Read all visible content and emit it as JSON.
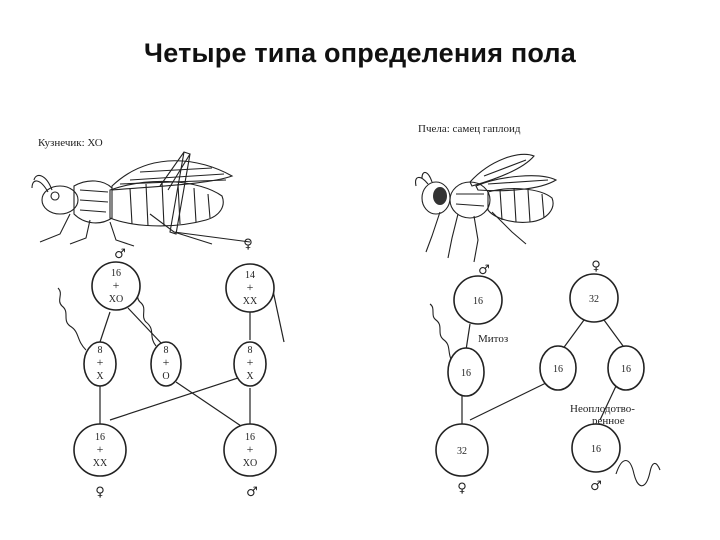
{
  "title": "Четыре типа определения пола",
  "left_panel": {
    "organism_label": "Кузнечик: ХО",
    "male_sign": "♂",
    "female_sign": "♀",
    "father_cell": [
      "16",
      "+",
      "XO"
    ],
    "mother_cell": [
      "14",
      "+",
      "XX"
    ],
    "sperm_x": [
      "8",
      "+",
      "X"
    ],
    "sperm_o": [
      "8",
      "+",
      "O"
    ],
    "egg": [
      "8",
      "+",
      "X"
    ],
    "daughter": [
      "16",
      "+",
      "XX"
    ],
    "son": [
      "16",
      "+",
      "XO"
    ],
    "daughter_sign": "♀",
    "son_sign": "♂"
  },
  "right_panel": {
    "organism_label": "Пчела: самец гаплоид",
    "male_sign": "♂",
    "female_sign": "♀",
    "drone_cell": "16",
    "queen_cell": "32",
    "mitosis_label": "Митоз",
    "sperm": "16",
    "egg_fertilized": "16",
    "egg_unfertilized": "16",
    "parthenogenetic_label_1": "Неоплодотво-",
    "parthenogenetic_label_2": "ренное",
    "female_offspring": "32",
    "male_offspring": "16",
    "female_offspring_sign": "♀",
    "male_offspring_sign": "♂"
  }
}
